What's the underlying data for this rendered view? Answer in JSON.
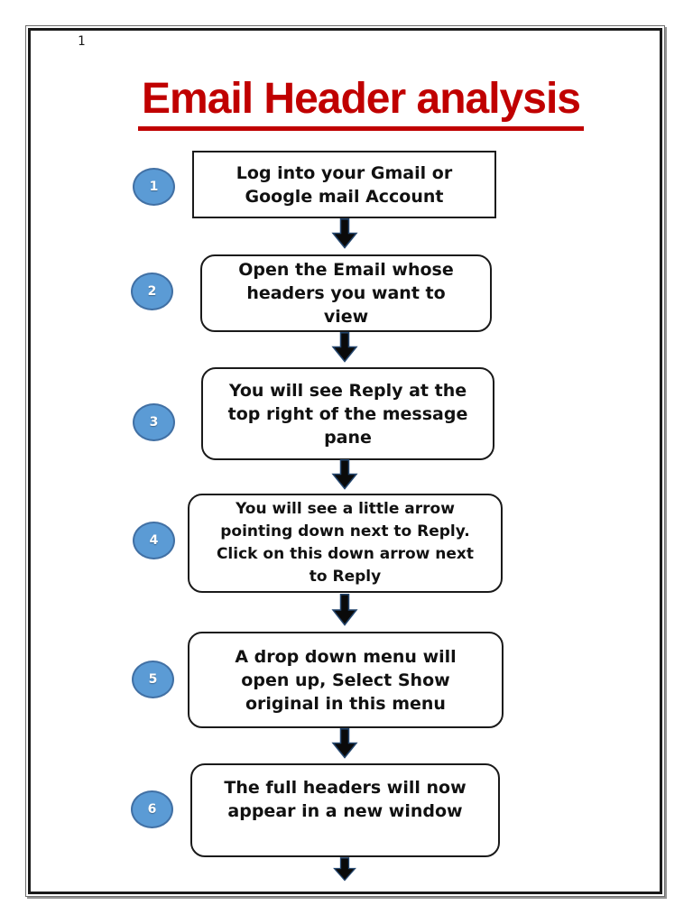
{
  "page": {
    "number": "1",
    "title": "Email Header analysis"
  },
  "flowchart": {
    "steps": [
      {
        "num": "1",
        "text": "Log into your Gmail or\nGoogle mail Account"
      },
      {
        "num": "2",
        "text": "Open the Email whose\nheaders you want to\nview"
      },
      {
        "num": "3",
        "text": "You will see Reply at the\ntop right of the message\npane"
      },
      {
        "num": "4",
        "text": "You will see a little arrow\npointing down next to Reply.\nClick on this down arrow next\nto Reply"
      },
      {
        "num": "5",
        "text": "A drop down menu will\nopen up, Select Show\noriginal in this menu"
      },
      {
        "num": "6",
        "text": "The full headers will now\nappear in a new window"
      }
    ],
    "connector_icon": "down-arrow"
  },
  "colors": {
    "title_red": "#c00000",
    "badge_fill": "#5b9bd5",
    "badge_border": "#4170a4",
    "arrow_fill": "#0a0a0a",
    "arrow_outline": "#24466e",
    "box_border": "#1a1a1a"
  }
}
